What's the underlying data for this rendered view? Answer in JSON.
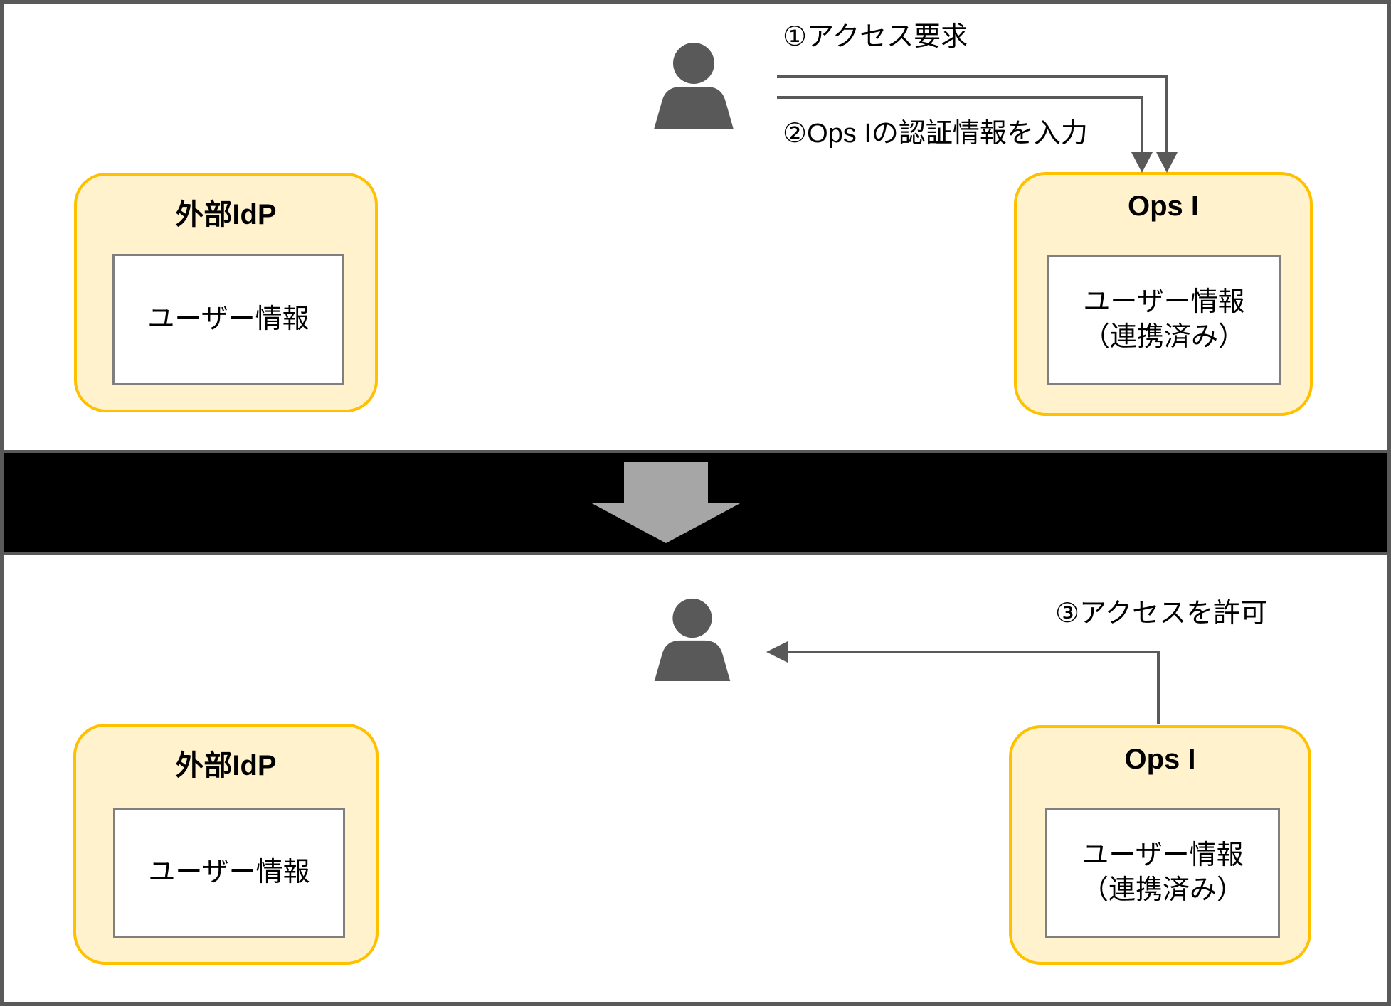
{
  "colors": {
    "box_border": "#FFC000",
    "box_fill": "#FFF2CC",
    "inner_box_border": "#7F7F7F",
    "line_and_person": "#595959",
    "divider_band": "#000000",
    "transition_arrow": "#A6A6A6"
  },
  "diagram": {
    "before": {
      "step1_label": "①アクセス要求",
      "step2_label": "②Ops Iの認証情報を入力",
      "idp_box": {
        "title": "外部IdP",
        "item": "ユーザー情報"
      },
      "ops_box": {
        "title": "Ops I",
        "item_line1": "ユーザー情報",
        "item_line2": "（連携済み）"
      }
    },
    "after": {
      "step3_label": "③アクセスを許可",
      "idp_box": {
        "title": "外部IdP",
        "item": "ユーザー情報"
      },
      "ops_box": {
        "title": "Ops I",
        "item_line1": "ユーザー情報",
        "item_line2": "（連携済み）"
      }
    }
  }
}
